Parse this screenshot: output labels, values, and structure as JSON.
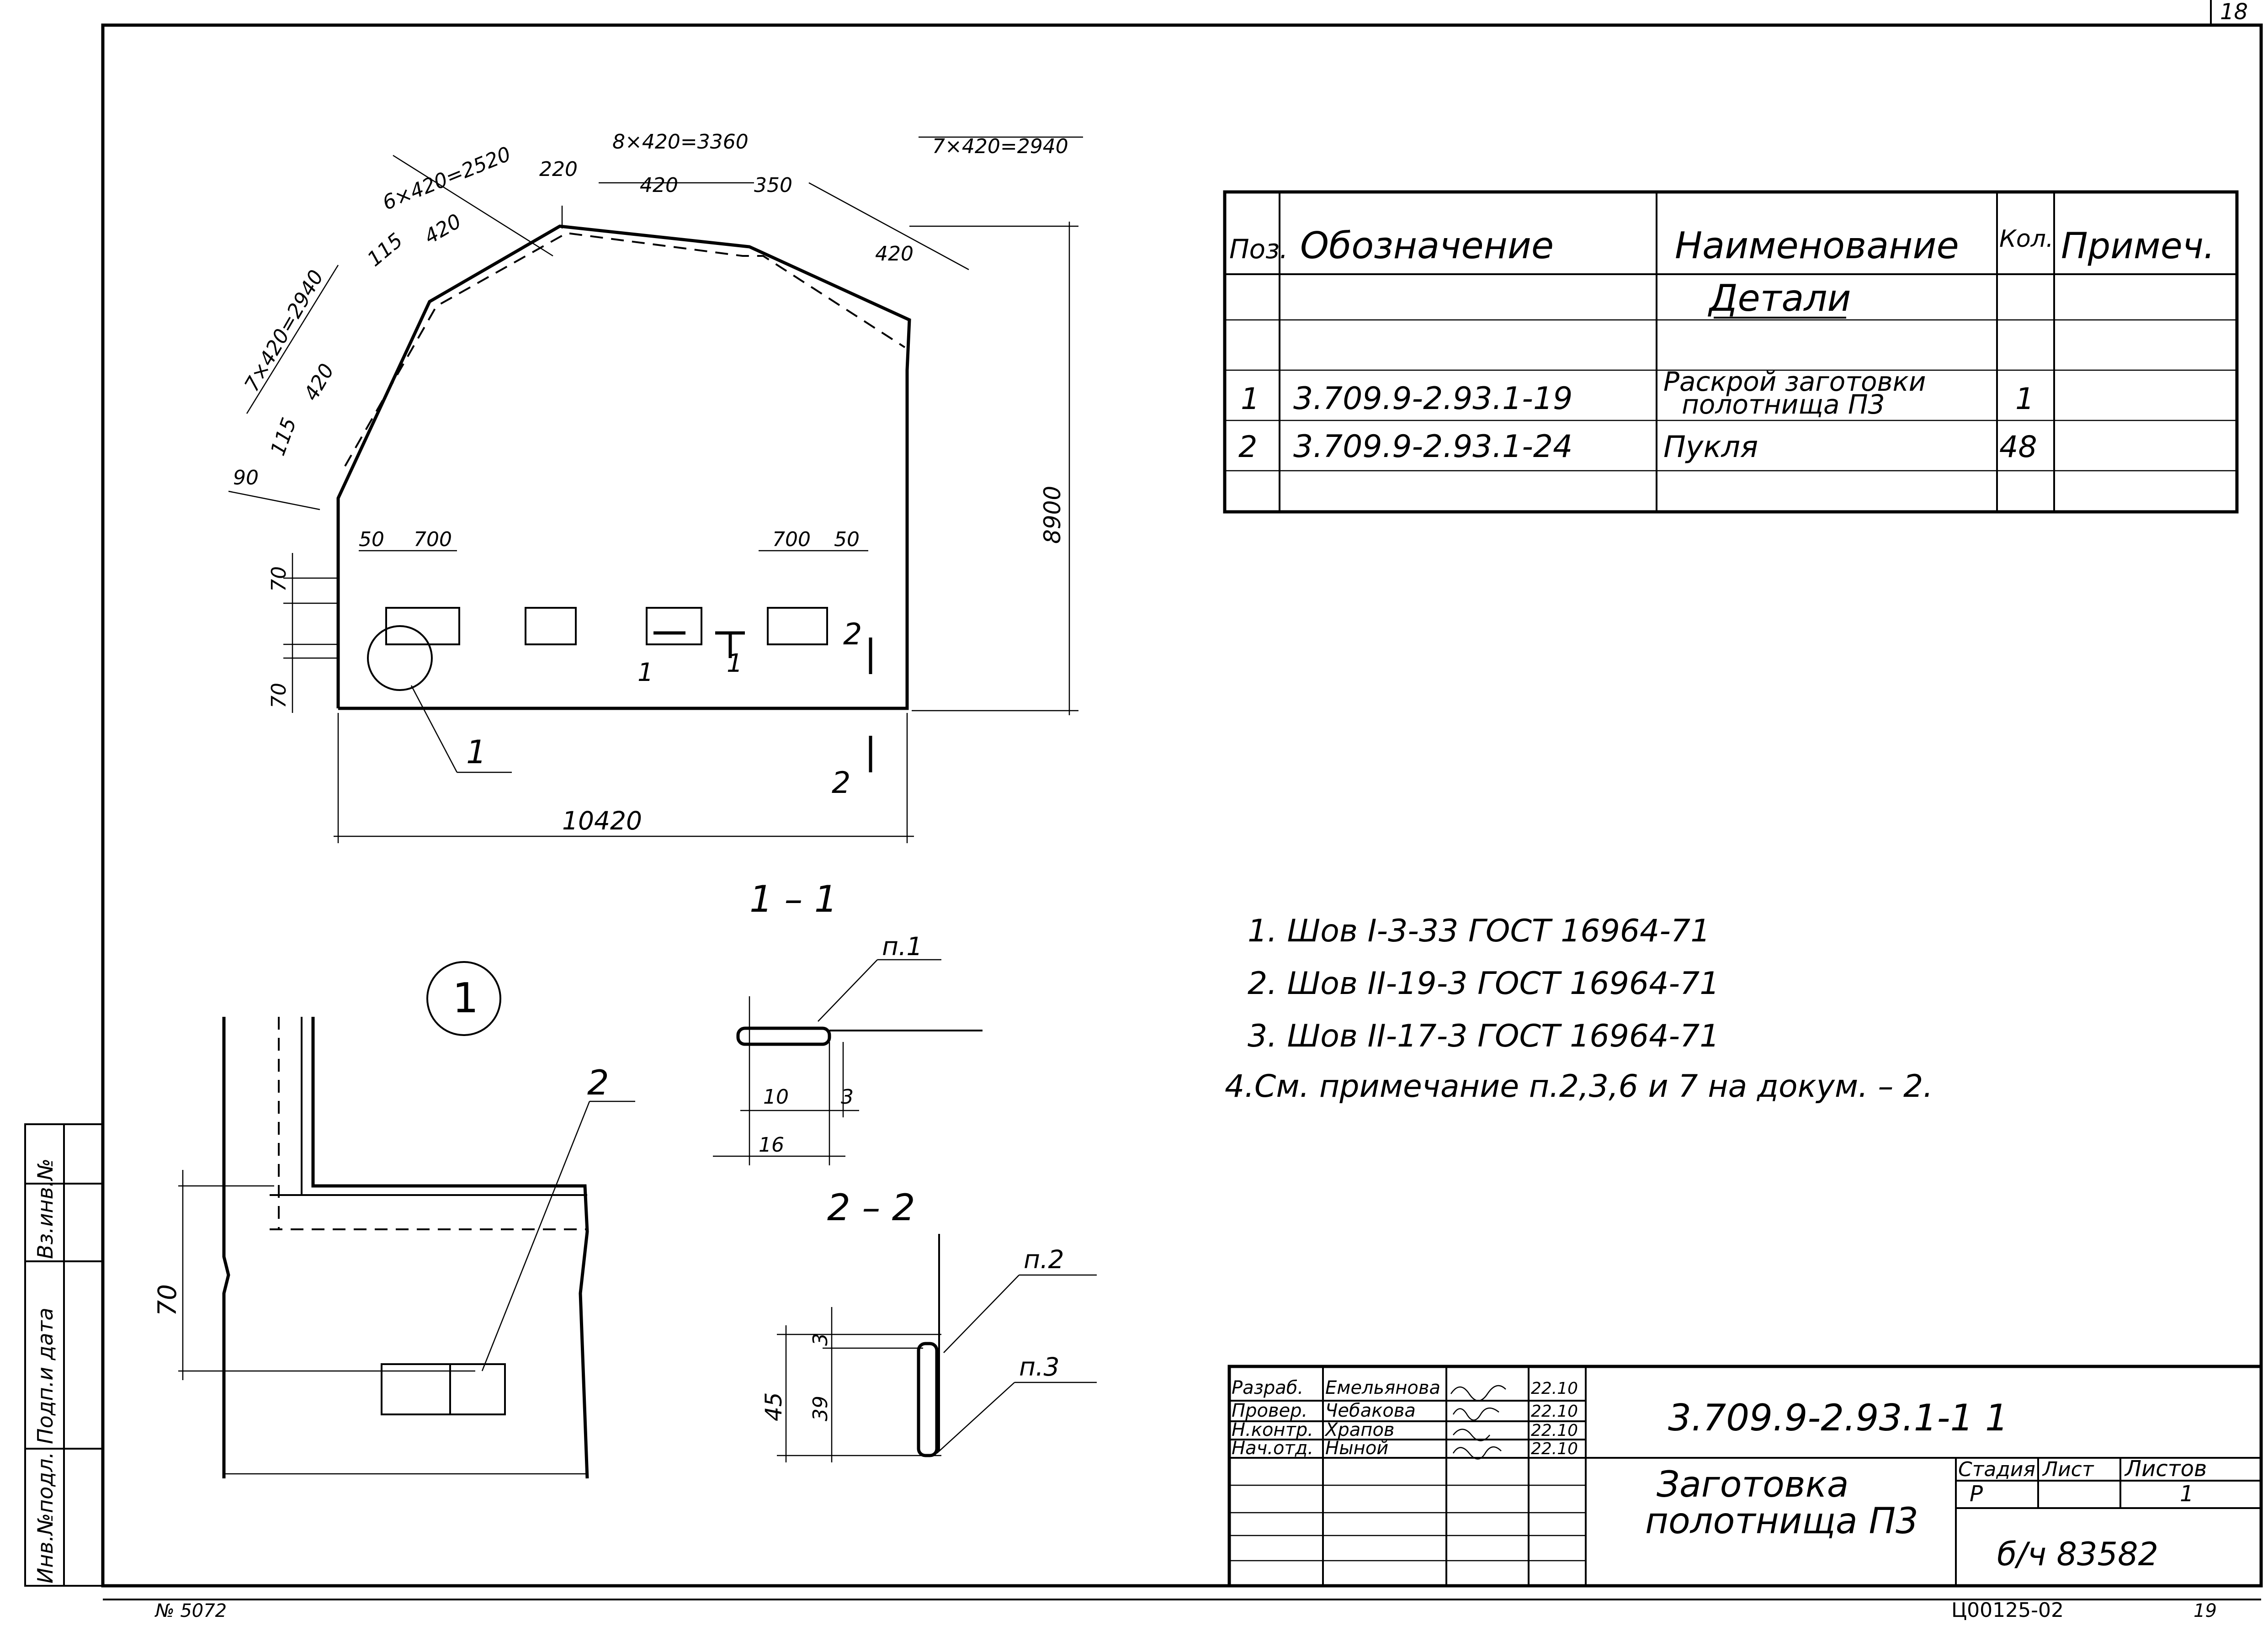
{
  "sheet": {
    "corner_number": "18",
    "bottom_left_note": "№ 5072",
    "bottom_code": "Ц00125-02",
    "bottom_page": "19"
  },
  "side_stamp": {
    "labels": [
      "Инв.№подл.",
      "Подп.и дата",
      "Вз.инв.№"
    ]
  },
  "plan_view": {
    "dims": {
      "top_left_chain": "6×420=2520",
      "top_middle_chain": "8×420=3360",
      "top_right_chain": "7×420=2940",
      "left_chain": "7×420=2940",
      "d220": "220",
      "d420_a": "420",
      "d420_b": "420",
      "d420_c": "420",
      "d420_d": "420",
      "d350": "350",
      "d115_a": "115",
      "d115_b": "115",
      "d90": "90",
      "height": "8900",
      "width": "10420",
      "d50_left": "50",
      "d700_left": "700",
      "d700_right": "700",
      "d50_right": "50",
      "d70_top": "70",
      "d70_bottom": "70"
    },
    "labels": {
      "pos1_leader": "1",
      "section_1": "1",
      "section_1b": "1",
      "section_2a": "2",
      "section_2b": "2"
    }
  },
  "sections": {
    "title_1_1": "1 – 1",
    "title_2_2": "2 – 2",
    "detail_circle": "1",
    "leader_2": "2",
    "s11": {
      "n1": "п.1",
      "d10": "10",
      "d3": "3",
      "d16": "16"
    },
    "s22": {
      "n2": "п.2",
      "n3": "п.3",
      "d3": "3",
      "d39": "39",
      "d45": "45"
    },
    "detail_dim": "70"
  },
  "parts_table": {
    "headers": [
      "Поз.",
      "Обозначение",
      "Наименование",
      "Кол.",
      "Примеч."
    ],
    "section_title": "Детали",
    "rows": [
      {
        "pos": "1",
        "designation": "3.709.9-2.93.1-19",
        "name_line1": "Раскрой заготовки",
        "name_line2": "полотнища П3",
        "qty": "1",
        "note": ""
      },
      {
        "pos": "2",
        "designation": "3.709.9-2.93.1-24",
        "name_line1": "Пукля",
        "name_line2": "",
        "qty": "48",
        "note": ""
      }
    ]
  },
  "notes": [
    "1. Шов I-3-33 ГОСТ 16964-71",
    "2. Шов II-19-3 ГОСТ 16964-71",
    "3. Шов II-17-3 ГОСТ 16964-71",
    "4.См. примечание п.2,3,6 и 7 на докум. – 2."
  ],
  "title_block": {
    "signatures": [
      {
        "role": "Разраб.",
        "name": "Емельянова",
        "date": "22.10"
      },
      {
        "role": "Провер.",
        "name": "Чебакова",
        "date": "22.10"
      },
      {
        "role": "Н.контр.",
        "name": "Храпов",
        "date": "22.10"
      },
      {
        "role": "Нач.отд.",
        "name": "Ныной",
        "date": "22.10"
      }
    ],
    "document_code": "3.709.9-2.93.1-1 1",
    "title_line1": "Заготовка",
    "title_line2": "полотнища П3",
    "stage_label": "Стадия",
    "sheet_label": "Лист",
    "sheets_label": "Листов",
    "stage_value": "Р",
    "sheets_value": "1",
    "archive_no": "б/ч 83582"
  }
}
